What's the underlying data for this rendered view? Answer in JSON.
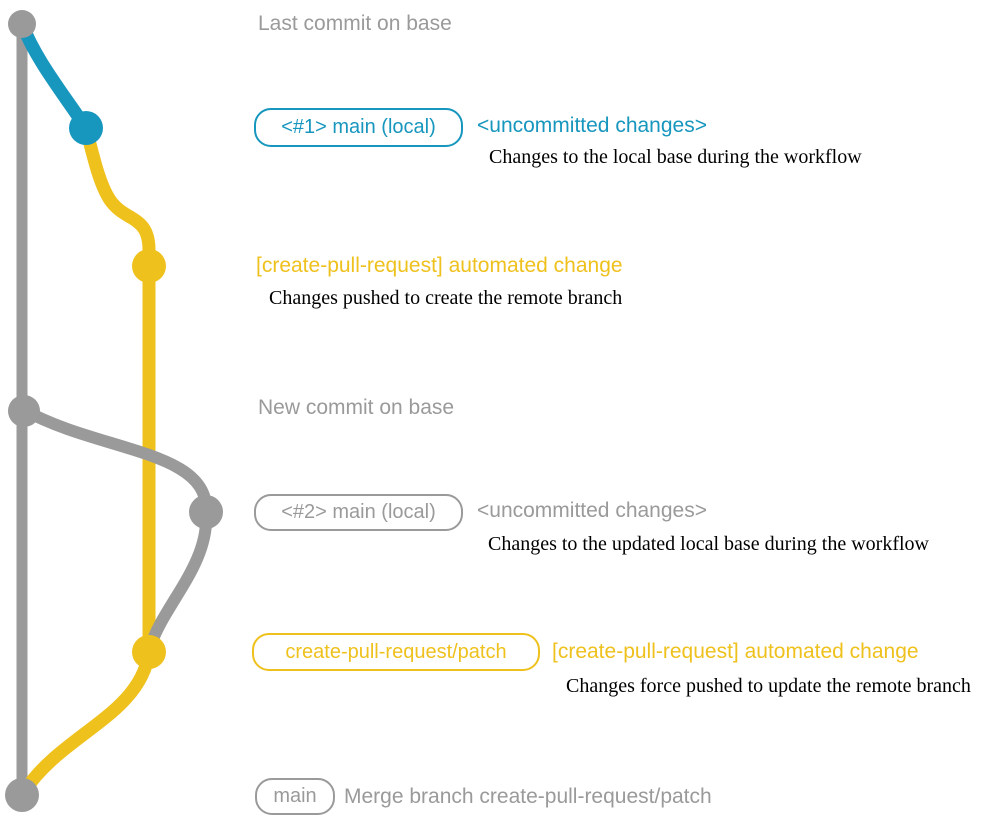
{
  "colors": {
    "gray": "#9A9A9A",
    "blue": "#1796BE",
    "yellow": "#EFC11D",
    "ink": "#000000",
    "bg": "#FFFFFF"
  },
  "rows": [
    {
      "label": "Last commit on base"
    },
    {
      "badge": "<#1> main (local)",
      "heading": "<uncommitted changes>",
      "desc": "Changes to the local base during the workflow"
    },
    {
      "heading": "[create-pull-request] automated change",
      "desc": "Changes pushed to create the remote branch"
    },
    {
      "label": "New commit on base"
    },
    {
      "badge": "<#2> main (local)",
      "heading": "<uncommitted changes>",
      "desc": "Changes to the updated local base during the workflow"
    },
    {
      "badge": "create-pull-request/patch",
      "heading": "[create-pull-request] automated change",
      "desc": "Changes force pushed to update the remote branch"
    },
    {
      "badge": "main",
      "heading": "Merge branch create-pull-request/patch"
    }
  ],
  "graph": {
    "branches": [
      "base",
      "local-main",
      "create-pull-request-patch"
    ],
    "commit_nodes": [
      "last-commit-on-base",
      "uncommitted-changes-1",
      "automated-change-1",
      "new-commit-on-base",
      "uncommitted-changes-2",
      "automated-change-2",
      "merge-commit"
    ]
  }
}
